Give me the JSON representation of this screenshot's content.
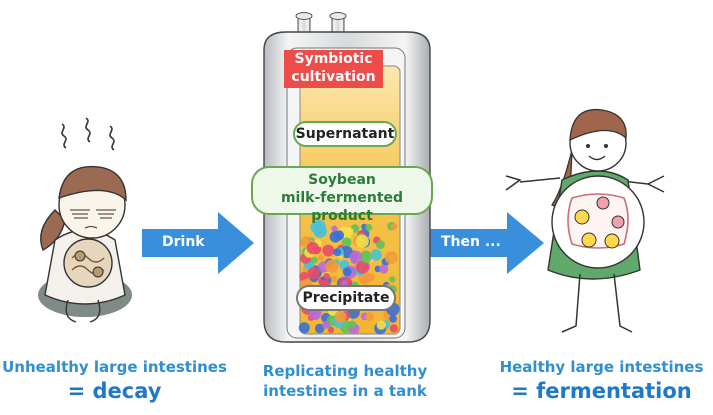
{
  "arrows": {
    "first": "Drink",
    "second": "Then ..."
  },
  "tank": {
    "banner": [
      "Symbiotic",
      "cultivation"
    ],
    "supernatant": "Supernatant",
    "product": [
      "Soybean",
      "milk-fermented product"
    ],
    "precipitate": "Precipitate"
  },
  "captions": {
    "left": {
      "line1": "Unhealthy large intestines",
      "line2": "= decay"
    },
    "center": {
      "line1": "Replicating healthy",
      "line2": "intestines in a tank"
    },
    "right": {
      "line1": "Healthy large intestines",
      "line2": "= fermentation"
    }
  },
  "colors": {
    "accent_blue": "#2f8fd0",
    "arrow_blue": "#3a8fdc",
    "banner_red": "#ee4b4b",
    "tank_gold": "#f2b630"
  },
  "icons": [
    "sick-person-illustration",
    "healthy-person-illustration",
    "fermentation-tank-illustration",
    "right-arrow-icon"
  ]
}
